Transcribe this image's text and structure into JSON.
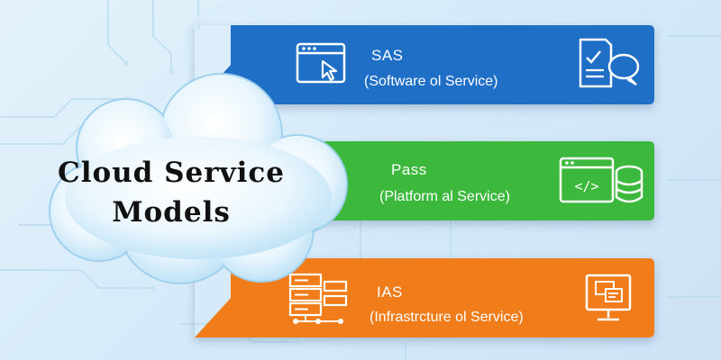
{
  "title_line1": "Cloud Service",
  "title_line2": "Models",
  "models": [
    {
      "name": "SAS",
      "subtitle": "(Software ol Service)",
      "color": "#1f6fc7"
    },
    {
      "name": "Pass",
      "subtitle": "(Platform al Service)",
      "color": "#3cb83c"
    },
    {
      "name": "IAS",
      "subtitle": "(Infrastrcture ol Service)",
      "color": "#f07d1a"
    }
  ]
}
